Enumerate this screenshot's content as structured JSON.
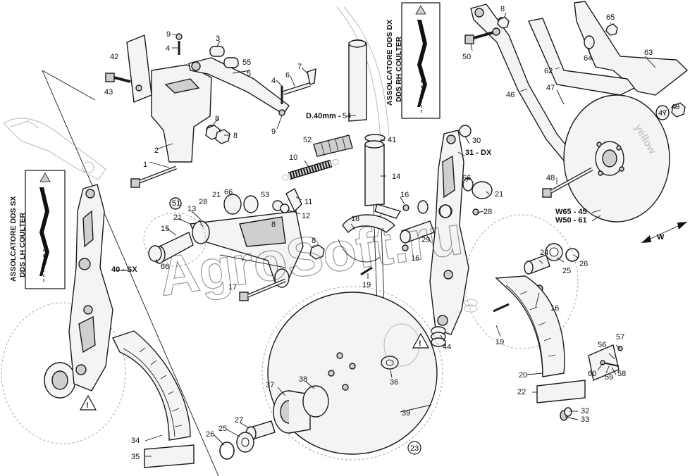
{
  "diagram": {
    "warning_dx": {
      "line1": "ASSOLCATORE DDS DX",
      "line2": "DDS RH COULTER"
    },
    "warning_sx": {
      "line1": "ASSOLCATORE DDS SX",
      "line2": "DDS LH COULTER"
    },
    "watermark": "AgroSoft.ru",
    "brand_text": "yellow",
    "w_arrow": "W",
    "tube_dim": "D.40mm -",
    "labels": {
      "l1": "1",
      "l2": "2",
      "l3": "3",
      "l4a": "4",
      "l4b": "4",
      "l5": "5",
      "l6": "6",
      "l7": "7",
      "l8a": "8",
      "l8b": "8",
      "l8c": "8",
      "l8d": "8",
      "l8e": "8",
      "l9a": "9",
      "l9b": "9",
      "l10": "10",
      "l11": "11",
      "l12": "12",
      "l13": "13",
      "l14": "14",
      "l15": "15",
      "l16a": "16",
      "l16b": "16",
      "l16c": "16",
      "l17": "17",
      "l18": "18",
      "l19a": "19",
      "l19b": "19",
      "l20": "20",
      "l21a": "21",
      "l21b": "21",
      "l21c": "21",
      "l22": "22",
      "l23": "23",
      "l24": "24",
      "l25a": "25",
      "l25b": "25",
      "l26a": "26",
      "l26b": "26",
      "l27": "27",
      "l28a": "28",
      "l28b": "28",
      "l29": "29",
      "l30": "30",
      "l31": "31 - DX",
      "l32": "32",
      "l33": "33",
      "l34": "34",
      "l35": "35",
      "l36": "36",
      "l37": "37",
      "l38": "38",
      "l39": "39",
      "l40": "40 - SX",
      "l41": "41",
      "l42": "42",
      "l43": "43",
      "l44": "44",
      "l46": "46",
      "l47a": "47",
      "l47b": "47",
      "l48": "48",
      "l49": "49",
      "l50": "50",
      "l51": "51",
      "l52": "52",
      "l53": "53",
      "l54": "54",
      "l55": "55",
      "l56": "56",
      "l57": "57",
      "l58": "58",
      "l59": "59",
      "l60": "60",
      "l62": "62",
      "l63": "63",
      "l64": "64",
      "l65": "65",
      "l66a": "66",
      "l66b": "66",
      "l66c": "66",
      "w65": "W65 - 45",
      "w50": "W50 - 61"
    }
  }
}
